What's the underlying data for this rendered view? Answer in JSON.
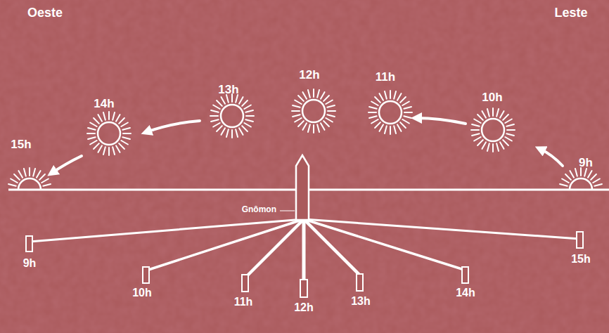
{
  "diagram": {
    "labels": [
      "Oeste",
      "Leste",
      "15h",
      "14h",
      "13h",
      "12h",
      "11h",
      "10h",
      "9h",
      "Gnômon",
      "9h",
      "10h",
      "11h",
      "12h",
      "13h",
      "14h",
      "15h"
    ]
  }
}
